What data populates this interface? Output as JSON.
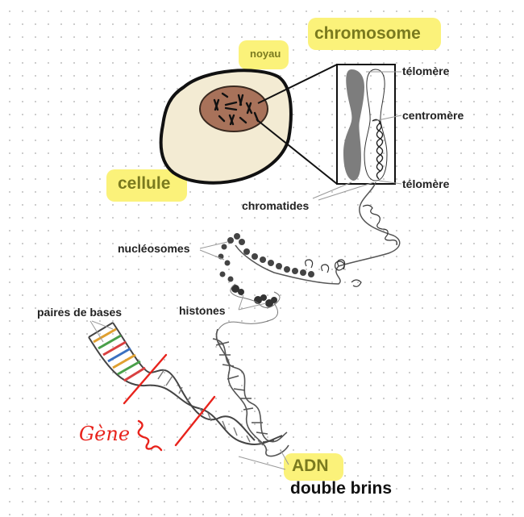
{
  "labels": {
    "chromosome": "chromosome",
    "noyau": "noyau",
    "cellule": "cellule",
    "telomere_top": "télomère",
    "centromere": "centromère",
    "telomere_bottom": "télomère",
    "chromatides": "chromatides",
    "nucleosomes": "nucléosomes",
    "histones": "histones",
    "paires_de_bases": "paires de bases",
    "adn": "ADN",
    "double_brins": "double brins"
  },
  "handwriting": {
    "gene": "Gène"
  },
  "colors": {
    "highlight": "#fbf27a",
    "cell_fill": "#f3ebd3",
    "nucleus_fill": "#a8725a",
    "chromosome_gray": "#7d7d7d",
    "annotation_red": "#e8231c"
  }
}
